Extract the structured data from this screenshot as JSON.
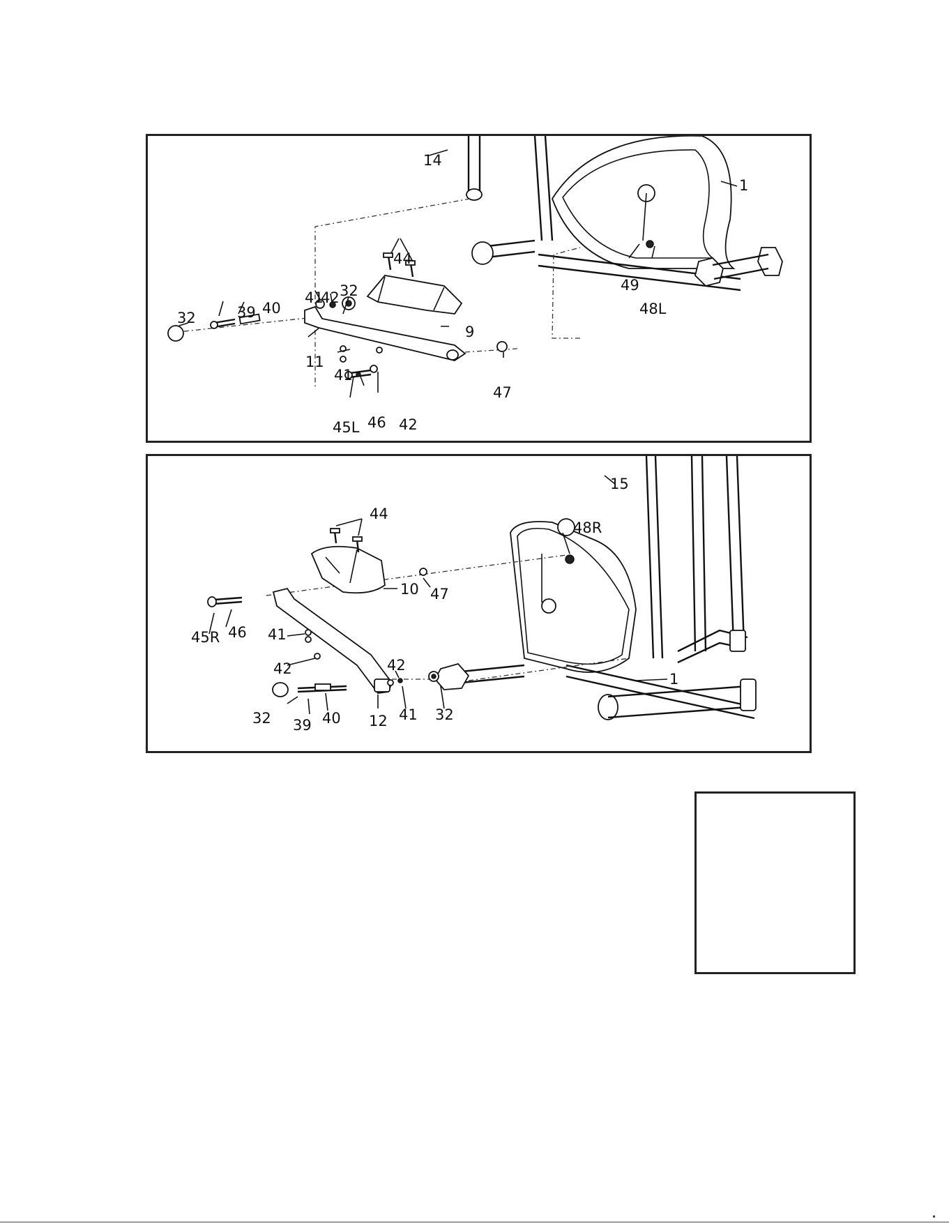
{
  "top_view": {
    "callouts": [
      "14",
      "1",
      "44",
      "32",
      "41",
      "42",
      "39",
      "40",
      "9",
      "11",
      "41",
      "49",
      "48L",
      "47",
      "45L",
      "46",
      "42",
      "32"
    ]
  },
  "bottom_view": {
    "callouts": [
      "15",
      "44",
      "48R",
      "47",
      "10",
      "45R",
      "46",
      "41",
      "42",
      "42",
      "1",
      "32",
      "39",
      "40",
      "12",
      "41",
      "32"
    ]
  }
}
